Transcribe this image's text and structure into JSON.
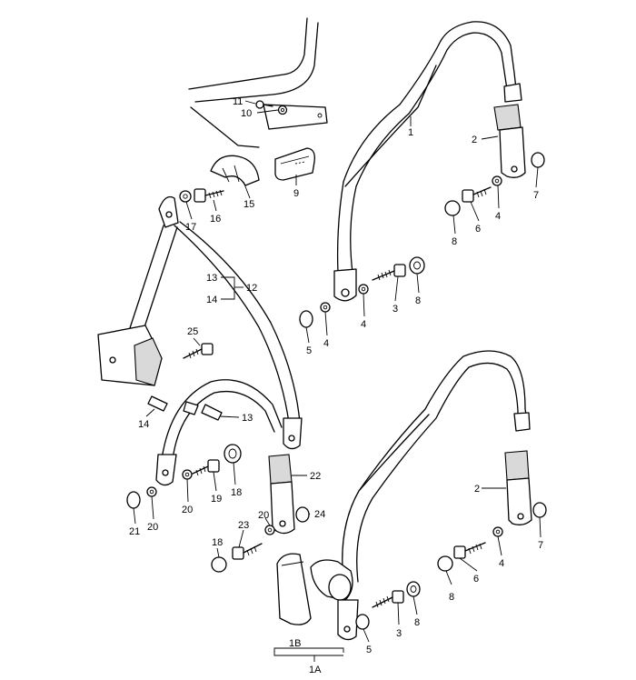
{
  "callouts": [
    {
      "id": "c11a",
      "text": "11"
    },
    {
      "id": "c10a",
      "text": "10"
    },
    {
      "id": "c1a",
      "text": "1"
    },
    {
      "id": "c2a",
      "text": "2"
    },
    {
      "id": "c9",
      "text": "9"
    },
    {
      "id": "c15",
      "text": "15"
    },
    {
      "id": "c17",
      "text": "17"
    },
    {
      "id": "c16",
      "text": "16"
    },
    {
      "id": "c7a",
      "text": "7"
    },
    {
      "id": "c4a",
      "text": "4"
    },
    {
      "id": "c6a",
      "text": "6"
    },
    {
      "id": "c8a",
      "text": "8"
    },
    {
      "id": "c13a",
      "text": "13"
    },
    {
      "id": "c14a",
      "text": "14"
    },
    {
      "id": "c12",
      "text": "12"
    },
    {
      "id": "c8b",
      "text": "8"
    },
    {
      "id": "c3a",
      "text": "3"
    },
    {
      "id": "c4b",
      "text": "4"
    },
    {
      "id": "c4c",
      "text": "4"
    },
    {
      "id": "c5a",
      "text": "5"
    },
    {
      "id": "c25",
      "text": "25"
    },
    {
      "id": "c14b",
      "text": "14"
    },
    {
      "id": "c13b",
      "text": "13"
    },
    {
      "id": "c22",
      "text": "22"
    },
    {
      "id": "c2b",
      "text": "2"
    },
    {
      "id": "c20a",
      "text": "20"
    },
    {
      "id": "c19",
      "text": "19"
    },
    {
      "id": "c18a",
      "text": "18"
    },
    {
      "id": "c21",
      "text": "21"
    },
    {
      "id": "c20b",
      "text": "20"
    },
    {
      "id": "c20c",
      "text": "20"
    },
    {
      "id": "c24",
      "text": "24"
    },
    {
      "id": "c23",
      "text": "23"
    },
    {
      "id": "c18b",
      "text": "18"
    },
    {
      "id": "c7b",
      "text": "7"
    },
    {
      "id": "c4d",
      "text": "4"
    },
    {
      "id": "c6b",
      "text": "6"
    },
    {
      "id": "c8c",
      "text": "8"
    },
    {
      "id": "c8d",
      "text": "8"
    },
    {
      "id": "c3b",
      "text": "3"
    },
    {
      "id": "c5b",
      "text": "5"
    },
    {
      "id": "c1B",
      "text": "1B"
    },
    {
      "id": "c1A",
      "text": "1A"
    }
  ]
}
